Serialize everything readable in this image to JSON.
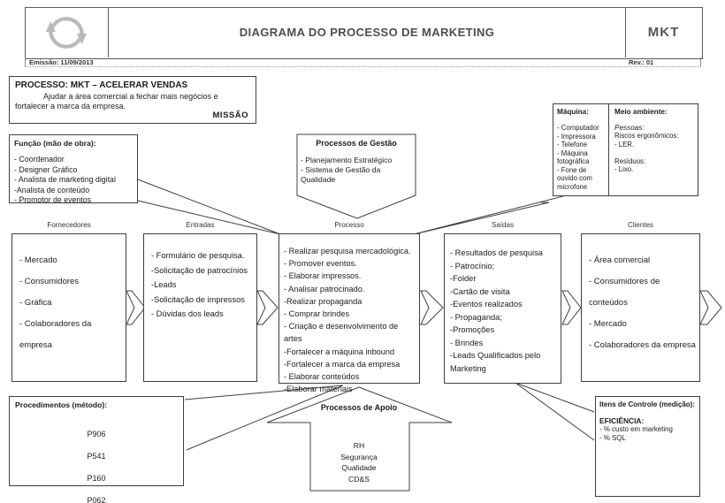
{
  "colors": {
    "line": "#3f3f3f",
    "logo": "#b9b9b9",
    "title_text": "#4d4d4d"
  },
  "header": {
    "logo_icon": "sync-arrows-logo",
    "title": "DIAGRAMA DO PROCESSO DE MARKETING",
    "code": "MKT",
    "emission": "Emissão: 11/09/2013",
    "revision": "Rev.: 01"
  },
  "process_mission": {
    "title": "PROCESSO: MKT – ACELERAR VENDAS",
    "body": "Ajudar a área comercial a fechar mais negócios e fortalecer a marca da empresa.",
    "mission_label": "MISSÃO"
  },
  "funcao": {
    "title": "Função (mão de obra):",
    "items": [
      "- Coordenador",
      "- Designer Gráfico",
      "- Analista de marketing digital",
      "-Analista de conteúdo",
      "- Promotor de eventos"
    ]
  },
  "gestao": {
    "title": "Processos de Gestão",
    "items": [
      "- Planejamento Estratégico",
      "- Sistema de Gestão da Qualidade"
    ]
  },
  "maquina": {
    "title": "Máquina:",
    "items": [
      "- Computador",
      "- Impressora",
      "- Telefone",
      "- Máquina fotográfica",
      "- Fone de ouvido com microfone"
    ]
  },
  "meio_ambiente": {
    "title": "Meio ambiente:",
    "pessoas_label": "Pessoas:",
    "lines": [
      "Riscos ergonômicos:",
      "- LER.",
      "",
      "Resíduos:",
      "- Lixo."
    ]
  },
  "columns": {
    "fornecedores": {
      "header": "Fornecedores",
      "items": [
        "- Mercado",
        "- Consumidores",
        "- Gráfica",
        "- Colaboradores da empresa"
      ]
    },
    "entradas": {
      "header": "Entradas",
      "items": [
        "- Formulário de pesquisa.",
        "-Solicitação de patrocínios",
        "-Leads",
        "-Solicitação de impressos",
        "- Dúvidas dos leads"
      ]
    },
    "processo": {
      "header": "Processo",
      "items": [
        "- Realizar pesquisa mercadológica.",
        "- Promover eventos.",
        "- Elaborar impressos.",
        "- Analisar patrocinado.",
        "-Realizar propaganda",
        "- Comprar brindes",
        "- Criação e desenvolvimento de artes",
        "-Fortalecer a máquina inbound",
        "-Fortalecer a marca da empresa",
        "- Elaborar conteúdos",
        "-Elaborar materiais"
      ]
    },
    "saidas": {
      "header": "Saídas",
      "items": [
        "- Resultados de pesquisa",
        "- Patrocínio;",
        "-Folder",
        "-Cartão de visita",
        "-Eventos realizados",
        "- Propaganda;",
        "-Promoções",
        "- Brindes",
        "-Leads Qualificados pelo Marketing"
      ]
    },
    "clientes": {
      "header": "Clientes",
      "items": [
        "- Área comercial",
        "- Consumidores de conteúdos",
        "- Mercado",
        "- Colaboradores da empresa"
      ]
    }
  },
  "procedimentos": {
    "title": "Procedimentos (método):",
    "items": [
      "P906",
      "P541",
      "P160",
      "P062"
    ]
  },
  "apoio": {
    "title": "Processos de Apoio",
    "items": [
      "RH",
      "Segurança",
      "Qualidade",
      "CD&S"
    ]
  },
  "controle": {
    "title": "Itens de Controle (medição):",
    "subtitle": "EFICIÊNCIA:",
    "items": [
      "- % custo em marketing",
      "- % SQL"
    ]
  }
}
